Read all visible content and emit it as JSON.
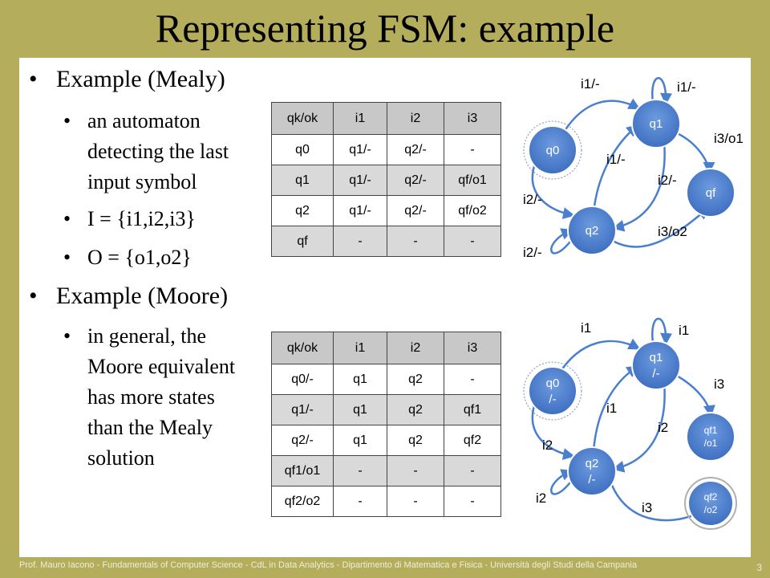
{
  "title": "Representing FSM: example",
  "bullets": {
    "mealy_heading": "Example (Mealy)",
    "mealy_sub1_l1": "an automaton",
    "mealy_sub1_l2": "detecting the last",
    "mealy_sub1_l3": "input symbol",
    "mealy_sub2": "I = {i1,i2,i3}",
    "mealy_sub3": "O = {o1,o2}",
    "moore_heading": "Example (Moore)",
    "moore_sub1_l1": "in general, the",
    "moore_sub1_l2": "Moore equivalent",
    "moore_sub1_l3": "has more states",
    "moore_sub1_l4": "than the Mealy",
    "moore_sub1_l5": "solution"
  },
  "mealy_table": {
    "header": [
      "qk/ok",
      "i1",
      "i2",
      "i3"
    ],
    "rows": [
      [
        "q0",
        "q1/-",
        "q2/-",
        "-"
      ],
      [
        "q1",
        "q1/-",
        "q2/-",
        "qf/o1"
      ],
      [
        "q2",
        "q1/-",
        "q2/-",
        "qf/o2"
      ],
      [
        "qf",
        "-",
        "-",
        "-"
      ]
    ]
  },
  "moore_table": {
    "header": [
      "qk/ok",
      "i1",
      "i2",
      "i3"
    ],
    "rows": [
      [
        "q0/-",
        "q1",
        "q2",
        "-"
      ],
      [
        "q1/-",
        "q1",
        "q2",
        "qf1"
      ],
      [
        "q2/-",
        "q1",
        "q2",
        "qf2"
      ],
      [
        "qf1/o1",
        "-",
        "-",
        "-"
      ],
      [
        "qf2/o2",
        "-",
        "-",
        "-"
      ]
    ]
  },
  "mealy_diagram": {
    "states": [
      "q0",
      "q1",
      "q2",
      "qf"
    ],
    "labels": {
      "q0_q1": "i1/-",
      "q1_self": "i1/-",
      "q1_qf": "i3/o1",
      "q2_q1": "i1/-",
      "q1_q2": "i2/-",
      "q0_q2": "i2/-",
      "q2_self": "i2/-",
      "q2_qf": "i3/o2"
    }
  },
  "moore_diagram": {
    "states": {
      "q0": "q0",
      "q0_out": "/-",
      "q1": "q1",
      "q1_out": "/-",
      "q2": "q2",
      "q2_out": "/-",
      "qf1": "qf1",
      "qf1_out": "/o1",
      "qf2": "qf2",
      "qf2_out": "/o2"
    },
    "labels": {
      "q0_q1": "i1",
      "q1_self": "i1",
      "q1_qf1": "i3",
      "q2_q1": "i1",
      "q1_q2": "i2",
      "q0_q2": "i2",
      "q2_self": "i2",
      "q2_qf2": "i3"
    }
  },
  "footer": "Prof. Mauro Iacono - Fundamentals of Computer Science - CdL in Data Analytics - Dipartimento di Matematica e Fisica - Università degli Studi della Campania",
  "page_number": "3",
  "colors": {
    "background": "#b3ad5c",
    "node_blue": "#4a7fd0",
    "arrow_blue": "#4a7fd0"
  }
}
